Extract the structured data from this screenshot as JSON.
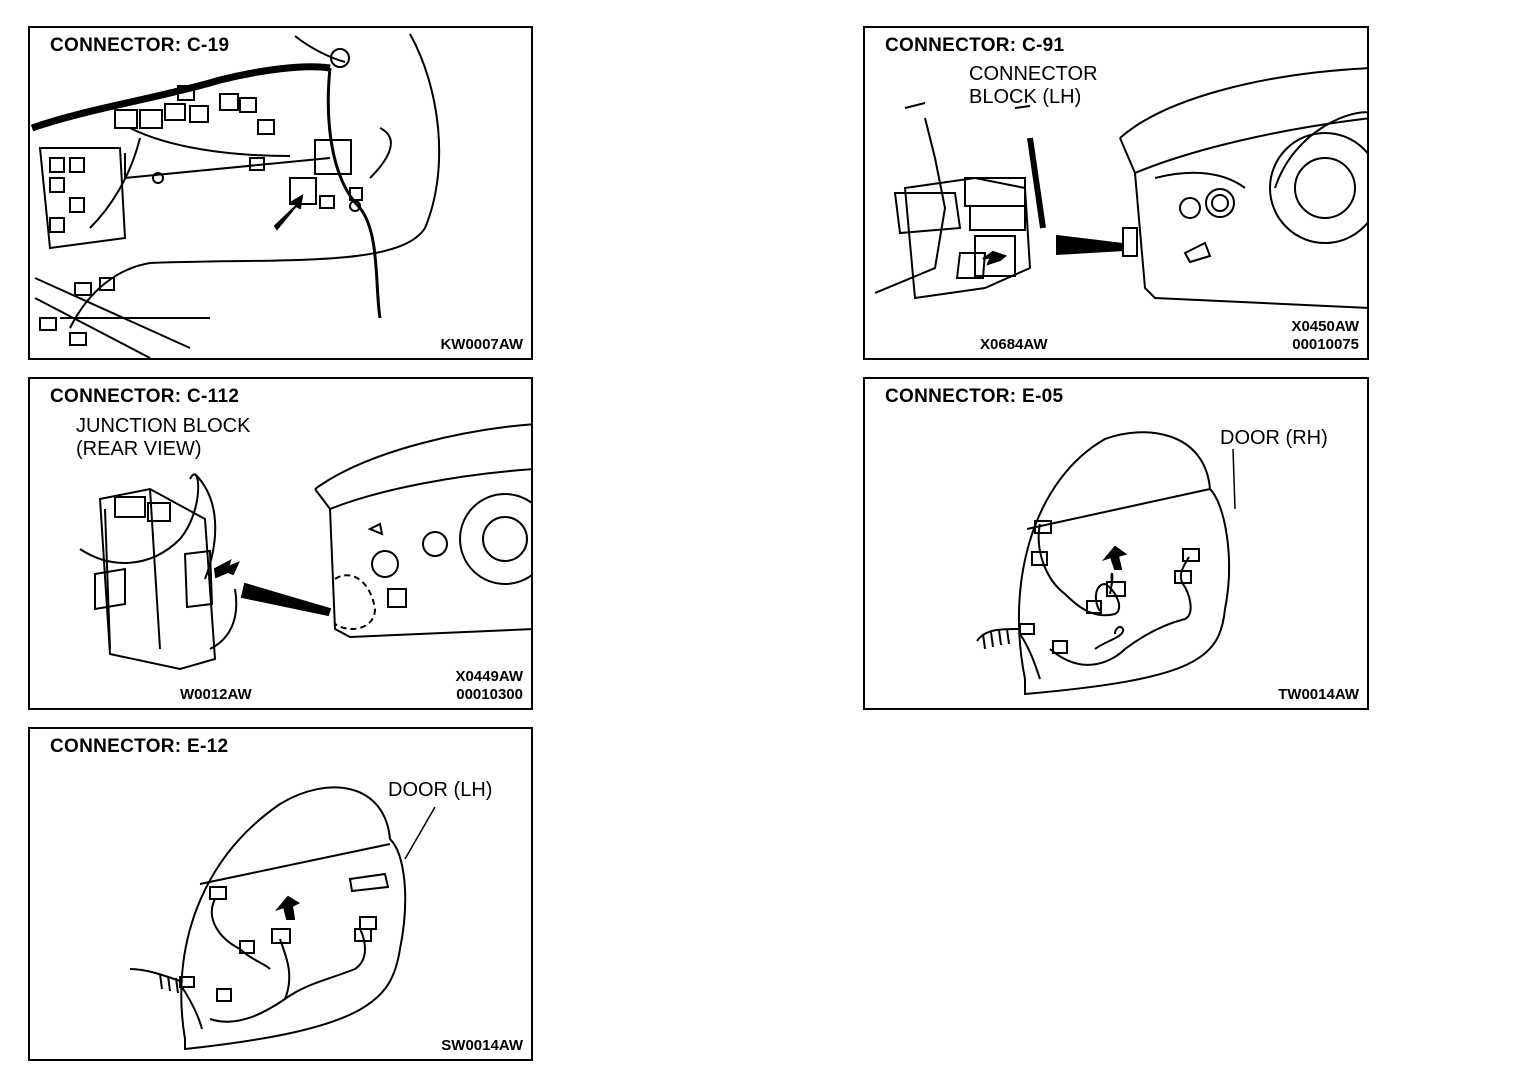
{
  "panels": {
    "c19": {
      "title": "CONNECTOR:  C-19",
      "code": "KW0007AW"
    },
    "c91": {
      "title": "CONNECTOR:  C-91",
      "label": [
        "CONNECTOR",
        "BLOCK (LH)"
      ],
      "code_left": "X0684AW",
      "code_right": [
        "X0450AW",
        "00010075"
      ]
    },
    "c112": {
      "title": "CONNECTOR:  C-112",
      "label": [
        "JUNCTION BLOCK",
        "(REAR VIEW)"
      ],
      "code_left": "W0012AW",
      "code_right": [
        "X0449AW",
        "00010300"
      ]
    },
    "e05": {
      "title": "CONNECTOR:  E-05",
      "label": "DOOR (RH)",
      "code": "TW0014AW"
    },
    "e12": {
      "title": "CONNECTOR:  E-12",
      "label": "DOOR (LH)",
      "code": "SW0014AW"
    }
  }
}
